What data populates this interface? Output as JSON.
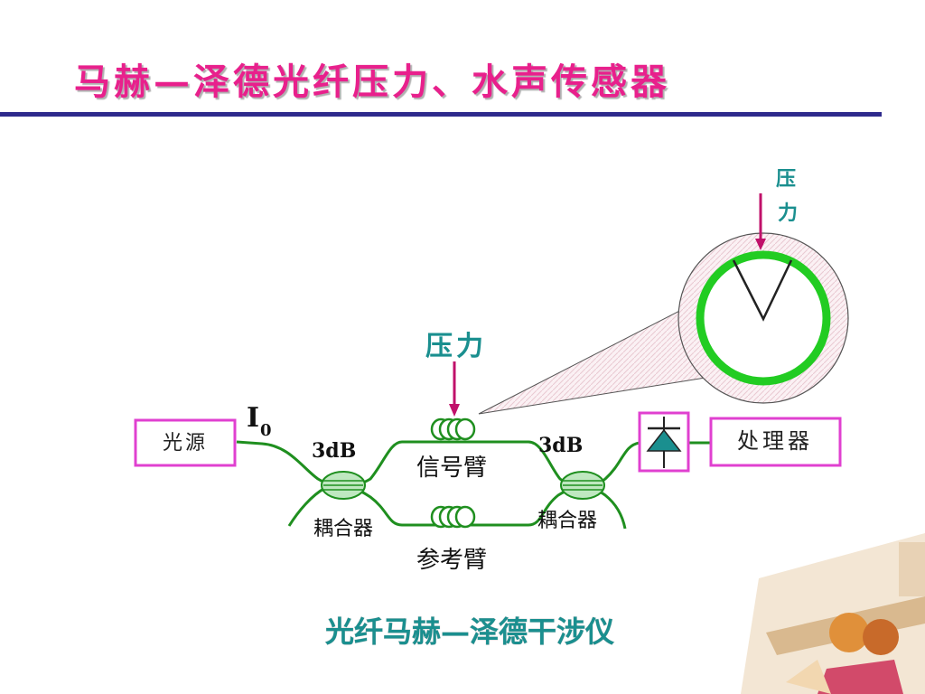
{
  "title": "马赫—泽德光纤压力、水声传感器",
  "diagram": {
    "pressure_top_line1": "压",
    "pressure_top_line2": "力",
    "pressure_mid": "压力",
    "source_label": "光源",
    "intensity_label": "I",
    "intensity_sub": "0",
    "coupler_left_db": "3dB",
    "coupler_right_db": "3dB",
    "signal_arm": "信号臂",
    "reference_arm": "参考臂",
    "coupler_left_name": "耦合器",
    "coupler_right_name": "耦合器",
    "processor_label": "处理器",
    "caption": "光纤马赫—泽德干涉仪"
  },
  "colors": {
    "title": "#e8208c",
    "rule": "#2e2a8c",
    "fiber": "#1f8f1f",
    "box_border": "#e040d0",
    "arrow": "#c0106a",
    "caption": "#1a8f8f",
    "ring": "#22cc22"
  }
}
